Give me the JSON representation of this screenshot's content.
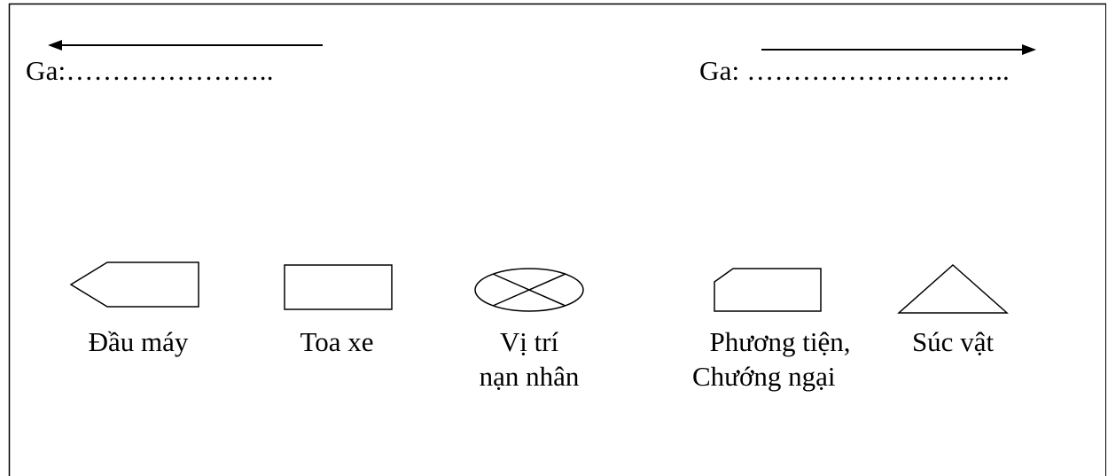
{
  "left_station": {
    "label": "Ga:…………………..",
    "arrow_direction": "left"
  },
  "right_station": {
    "label": "Ga: ………………………..",
    "arrow_direction": "right"
  },
  "legend": [
    {
      "symbol": "locomotive-icon",
      "lines": [
        "Đầu máy"
      ]
    },
    {
      "symbol": "railcar-icon",
      "lines": [
        "Toa xe"
      ]
    },
    {
      "symbol": "victim-position-icon",
      "lines": [
        "Vị trí",
        "nạn nhân"
      ]
    },
    {
      "symbol": "vehicle-obstacle-icon",
      "lines": [
        "Phương tiện,",
        "Chướng ngại"
      ]
    },
    {
      "symbol": "animal-icon",
      "lines": [
        "Súc vật"
      ]
    }
  ]
}
